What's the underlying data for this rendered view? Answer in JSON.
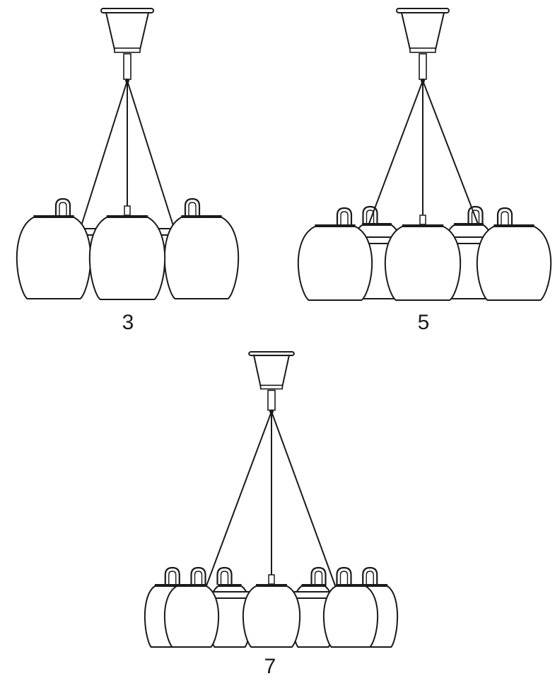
{
  "figure": {
    "background": "#ffffff",
    "stroke": "#1a1a1a",
    "fill": "#ffffff",
    "variants": [
      {
        "id": "v3",
        "label": "3",
        "shade_count": 3
      },
      {
        "id": "v5",
        "label": "5",
        "shade_count": 5
      },
      {
        "id": "v7",
        "label": "7",
        "shade_count": 7
      }
    ]
  }
}
